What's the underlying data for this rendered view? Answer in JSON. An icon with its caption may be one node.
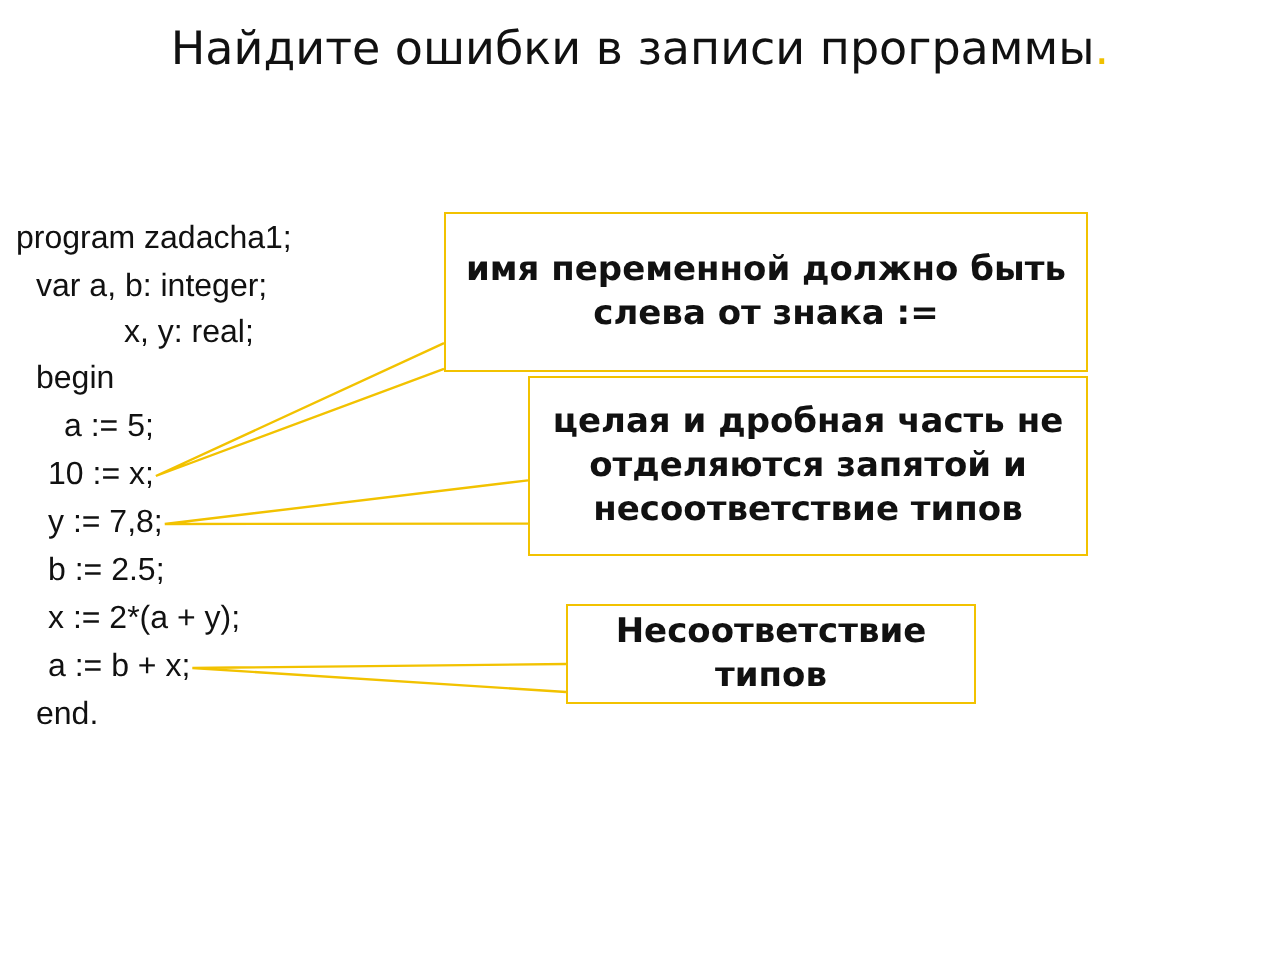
{
  "diagram": {
    "title": "Найдите ошибки в записи программы.",
    "nodes": [
      {
        "text": [
          "имя переменной должно быть слева от знака :="
        ]
      },
      {
        "text": [
          "целая и дробная часть не отделяются запятой и несоответствие типов"
        ]
      },
      {
        "text": [
          "Несоответствие типов"
        ]
      },
      {
        "text": [
          "10 := x;"
        ]
      },
      {
        "text": [
          "y := 7,8;"
        ]
      },
      {
        "text": [
          "a := b + x;"
        ]
      }
    ],
    "edges": [
      {
        "from": 0,
        "to": 3,
        "arrow": "none"
      },
      {
        "from": 1,
        "to": 4,
        "arrow": "none"
      },
      {
        "from": 2,
        "to": 5,
        "arrow": "none"
      }
    ],
    "labels": [
      "program zadacha1;",
      "var a, b: integer;",
      "x, y: real;",
      "begin",
      "a := 5;",
      "b := 2.5;",
      "x := 2*(a + y);",
      "end."
    ]
  }
}
